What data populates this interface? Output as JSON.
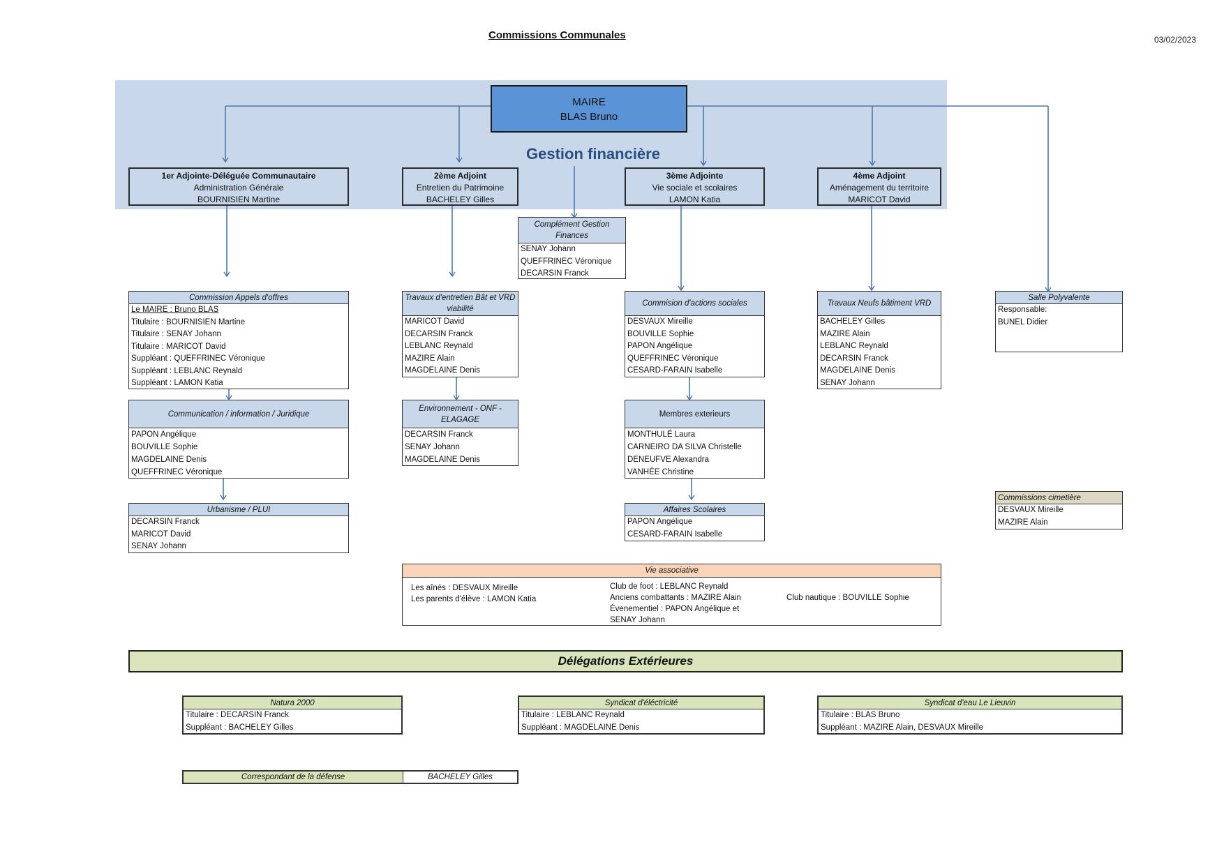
{
  "header": {
    "title": "Commissions Communales",
    "date": "03/02/2023"
  },
  "maire": {
    "line1": "MAIRE",
    "line2": "BLAS Bruno"
  },
  "gestion_title": "Gestion financière",
  "adjoints": [
    {
      "role": "1er Adjointe-Déléguée Communautaire",
      "domain": "Administration Générale",
      "name": "BOURNISIEN Martine"
    },
    {
      "role": "2ème Adjoint",
      "domain": "Entretien du Patrimoine",
      "name": "BACHELEY Gilles"
    },
    {
      "role": "3ème Adjointe",
      "domain": "Vie sociale et scolaires",
      "name": "LAMON Katia"
    },
    {
      "role": "4ème Adjoint",
      "domain": "Aménagement du territoire",
      "name": "MARICOT David"
    }
  ],
  "complement": {
    "title": "Complément Gestion Finances",
    "members": [
      "SENAY Johann",
      "QUEFFRINEC Véronique",
      "DECARSIN Franck"
    ]
  },
  "appels": {
    "title": "Commission Appels d'offres",
    "members": [
      "Le MAIRE : Bruno BLAS",
      "Titulaire : BOURNISIEN Martine",
      "Titulaire : SENAY Johann",
      "Titulaire : MARICOT David",
      "Suppléant : QUEFFRINEC Véronique",
      "Suppléant : LEBLANC Reynald",
      "Suppléant : LAMON Katia"
    ]
  },
  "communication": {
    "title": "Communication / information / Juridique",
    "members": [
      "PAPON Angélique",
      "BOUVILLE Sophie",
      "MAGDELAINE Denis",
      "QUEFFRINEC Véronique"
    ]
  },
  "urbanisme": {
    "title": "Urbanisme / PLUI",
    "members": [
      "DECARSIN Franck",
      "MARICOT David",
      "SENAY Johann"
    ]
  },
  "travaux_entretien": {
    "title": "Travaux d'entretien Bât et VRD viabilité",
    "members": [
      "MARICOT David",
      "DECARSIN Franck",
      "LEBLANC Reynald",
      "MAZIRE Alain",
      "MAGDELAINE Denis"
    ]
  },
  "environnement": {
    "title": "Environnement - ONF - ELAGAGE",
    "members": [
      "DECARSIN Franck",
      "SENAY Johann",
      "MAGDELAINE Denis"
    ]
  },
  "actions_sociales": {
    "title": "Commision d'actions sociales",
    "members": [
      "DESVAUX Mireille",
      "BOUVILLE Sophie",
      "PAPON Angélique",
      "QUEFFRINEC Véronique",
      "CESARD-FARAIN Isabelle"
    ]
  },
  "membres_ext": {
    "title": "Membres exterieurs",
    "members": [
      "MONTHULÉ Laura",
      "CARNEIRO DA SILVA Christelle",
      "DENEUFVE Alexandra",
      "VANHÉE Christine"
    ]
  },
  "affaires_scolaires": {
    "title": "Affaires Scolaires",
    "members": [
      "PAPON Angélique",
      "CESARD-FARAIN Isabelle"
    ]
  },
  "travaux_neufs": {
    "title": "Travaux Neufs bâtiment VRD",
    "members": [
      "BACHELEY Gilles",
      "MAZIRE Alain",
      "LEBLANC Reynald",
      "DECARSIN Franck",
      "MAGDELAINE Denis",
      "SENAY Johann"
    ]
  },
  "salle": {
    "title": "Salle Polyvalente",
    "members": [
      "Responsable:",
      "BUNEL Didier"
    ]
  },
  "cimetiere": {
    "title": "Commissions cimetière",
    "members": [
      "DESVAUX Mireille",
      "MAZIRE Alain"
    ]
  },
  "vie_associative": {
    "title": "Vie associative",
    "col1": [
      "Les aînés : DESVAUX Mireille",
      "Les parents d'élève : LAMON Katia"
    ],
    "col2": [
      "Club de foot : LEBLANC Reynald",
      "Anciens combattants : MAZIRE Alain",
      "Évenementiel : PAPON Angélique et",
      "SENAY Johann"
    ],
    "col3": [
      "Club nautique : BOUVILLE Sophie"
    ]
  },
  "delegations_title": "Délégations Extérieures",
  "natura": {
    "title": "Natura 2000",
    "members": [
      "Titulaire : DECARSIN Franck",
      "Suppléant : BACHELEY Gilles"
    ]
  },
  "electricite": {
    "title": "Syndicat d'éléctricité",
    "members": [
      "Titulaire : LEBLANC Reynald",
      "Suppléant : MAGDELAINE Denis"
    ]
  },
  "eau": {
    "title": "Syndicat d'eau Le Lieuvin",
    "members": [
      "Titulaire : BLAS Bruno",
      "Suppléant : MAZIRE Alain, DESVAUX Mireille"
    ]
  },
  "defense": {
    "label": "Correspondant de la défense",
    "name": "BACHELEY Gilles"
  }
}
